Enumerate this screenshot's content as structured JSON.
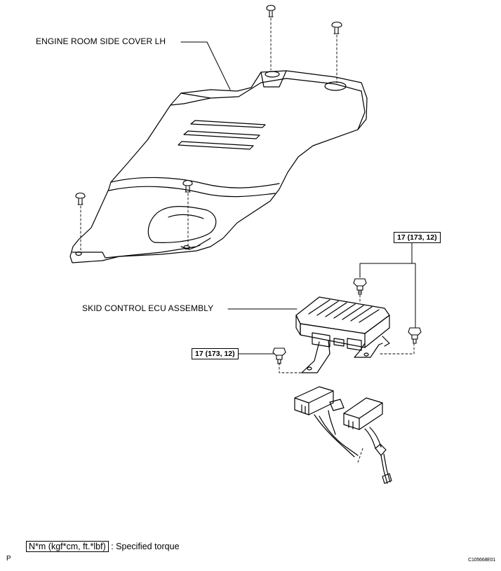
{
  "labels": {
    "engine_cover": "ENGINE ROOM SIDE COVER LH",
    "skid_ecu": "SKID CONTROL ECU ASSEMBLY"
  },
  "torque_callouts": {
    "upper": "17 (173, 12)",
    "lower": "17 (173, 12)"
  },
  "legend": {
    "unit_box": "N*m (kgf*cm, ft.*lbf)",
    "description": ": Specified torque"
  },
  "page_mark": "P",
  "figure_id": "C105668E01"
}
